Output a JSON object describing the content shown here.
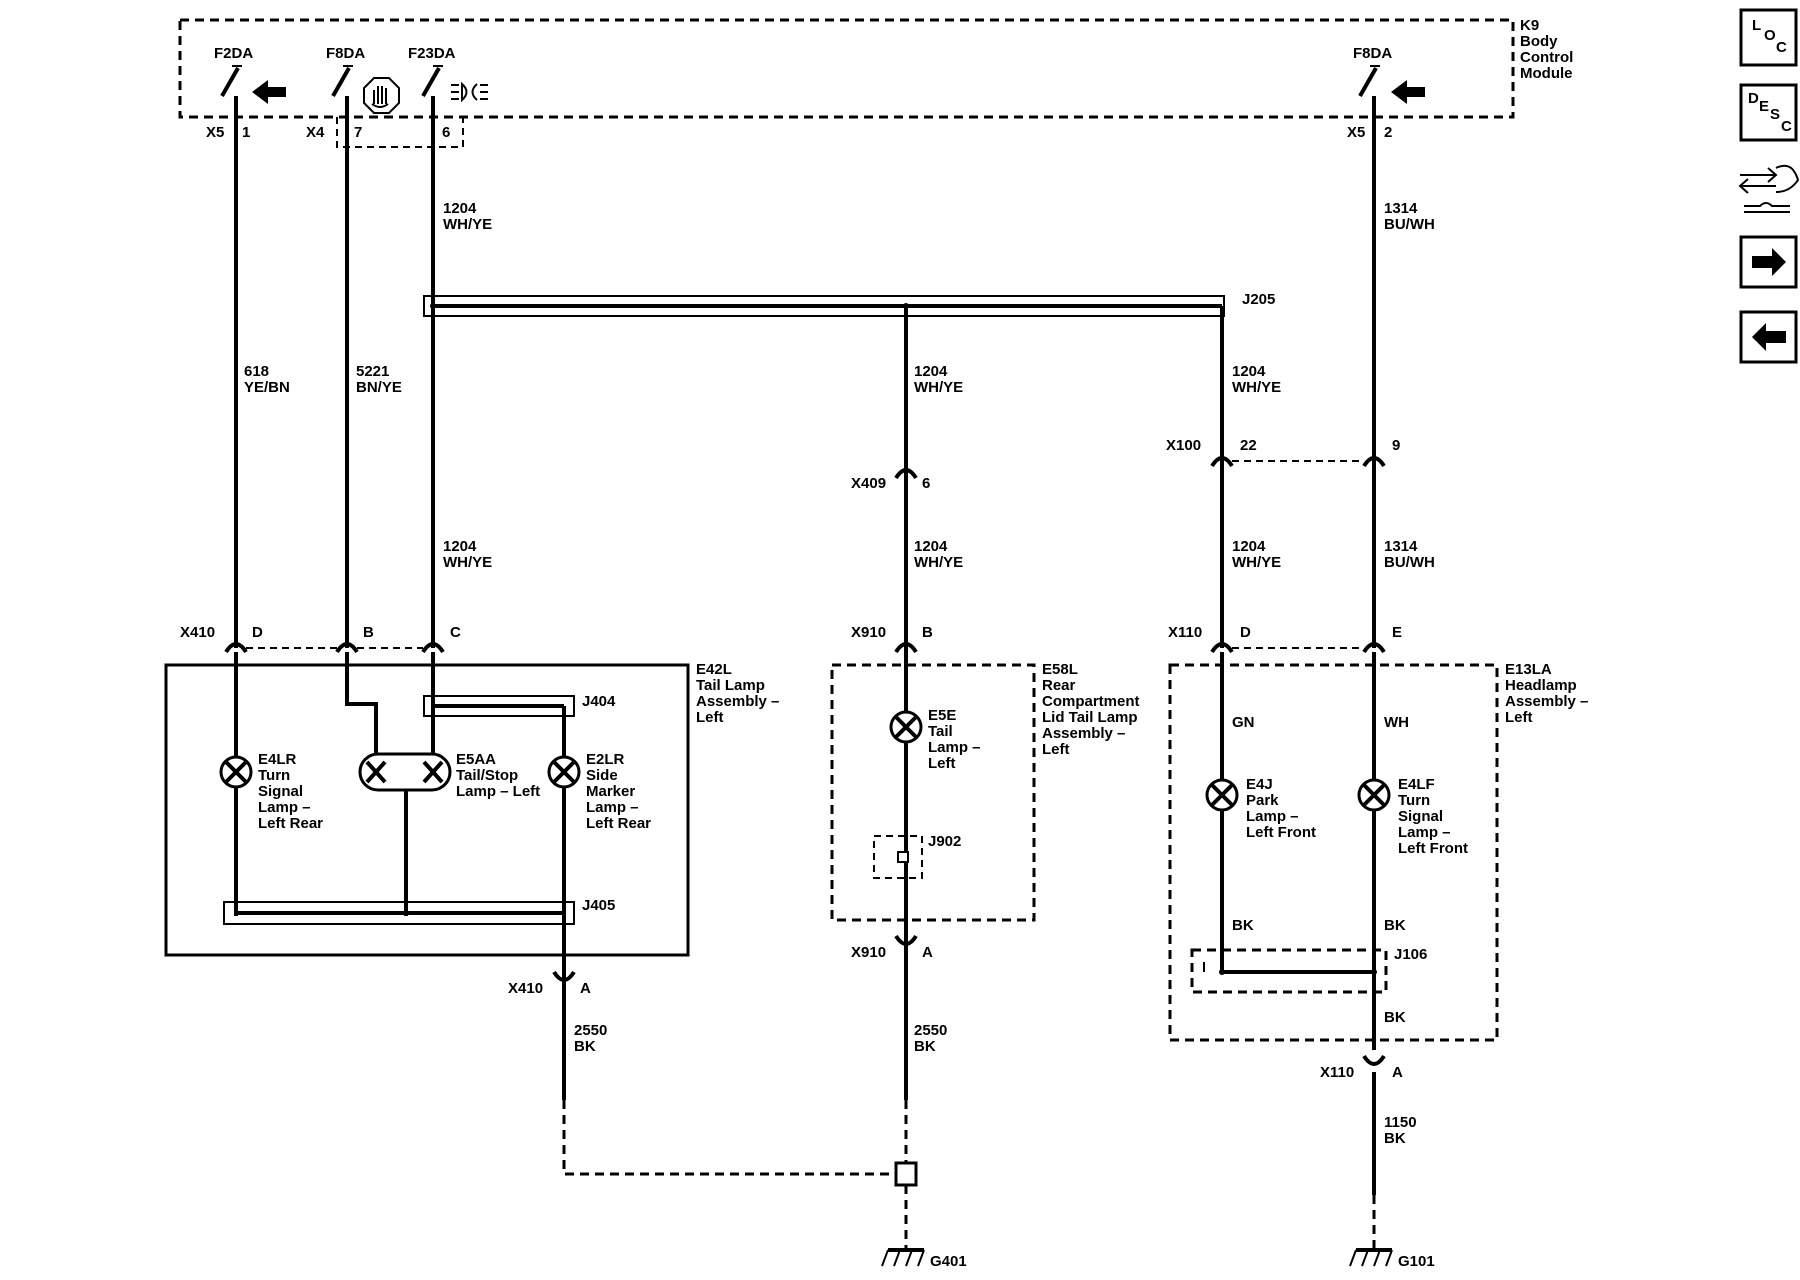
{
  "module": {
    "name": "K9",
    "desc": [
      "Body",
      "Control",
      "Module"
    ]
  },
  "fuses": [
    "F2DA",
    "F8DA",
    "F23DA",
    "F8DA"
  ],
  "connectors": {
    "x5a": "X5",
    "x5a_pin": "1",
    "x4": "X4",
    "x4_pin7": "7",
    "x4_pin6": "6",
    "x5b": "X5",
    "x5b_pin": "2",
    "x100": "X100",
    "x100_p22": "22",
    "x100_p9": "9",
    "x409": "X409",
    "x409_pin": "6",
    "x410_top": "X410",
    "x410_d": "D",
    "x410_b": "B",
    "x410_c": "C",
    "x910_top": "X910",
    "x910_b": "B",
    "x110_top": "X110",
    "x110_d": "D",
    "x110_e": "E",
    "x410_bot": "X410",
    "x410_a": "A",
    "x910_bot": "X910",
    "x910_a": "A",
    "x110_bot": "X110",
    "x110_a": "A"
  },
  "wires": {
    "w618": [
      "618",
      "YE/BN"
    ],
    "w5221": [
      "5221",
      "BN/YE"
    ],
    "w1204a": [
      "1204",
      "WH/YE"
    ],
    "w1204b": [
      "1204",
      "WH/YE"
    ],
    "w1204c": [
      "1204",
      "WH/YE"
    ],
    "w1204d": [
      "1204",
      "WH/YE"
    ],
    "w1204e": [
      "1204",
      "WH/YE"
    ],
    "w1204f": [
      "1204",
      "WH/YE"
    ],
    "w1314a": [
      "1314",
      "BU/WH"
    ],
    "w1314b": [
      "1314",
      "BU/WH"
    ],
    "w2550a": [
      "2550",
      "BK"
    ],
    "w2550b": [
      "2550",
      "BK"
    ],
    "w1150": [
      "1150",
      "BK"
    ],
    "gn": "GN",
    "wh": "WH",
    "bk1": "BK",
    "bk2": "BK",
    "bk3": "BK"
  },
  "splices": {
    "j205": "J205",
    "j404": "J404",
    "j405": "J405",
    "j902": "J902",
    "j106": "J106"
  },
  "assemblies": {
    "e42l": [
      "E42L",
      "Tail Lamp",
      "Assembly –",
      "Left"
    ],
    "e58l": [
      "E58L",
      "Rear",
      "Compartment",
      "Lid Tail Lamp",
      "Assembly –",
      "Left"
    ],
    "e13la": [
      "E13LA",
      "Headlamp",
      "Assembly –",
      "Left"
    ]
  },
  "lamps": {
    "e4lr": [
      "E4LR",
      "Turn",
      "Signal",
      "Lamp –",
      "Left Rear"
    ],
    "e5aa": [
      "E5AA",
      "Tail/Stop",
      "Lamp – Left"
    ],
    "e2lr": [
      "E2LR",
      "Side",
      "Marker",
      "Lamp –",
      "Left Rear"
    ],
    "e5e": [
      "E5E",
      "Tail",
      "Lamp –",
      "Left"
    ],
    "e4j": [
      "E4J",
      "Park",
      "Lamp –",
      "Left Front"
    ],
    "e4lf": [
      "E4LF",
      "Turn",
      "Signal",
      "Lamp –",
      "Left Front"
    ]
  },
  "grounds": [
    "G401",
    "G101"
  ],
  "nav": {
    "loc": [
      "L",
      "O",
      "C"
    ],
    "desc": [
      "D",
      "E",
      "S",
      "C"
    ]
  }
}
